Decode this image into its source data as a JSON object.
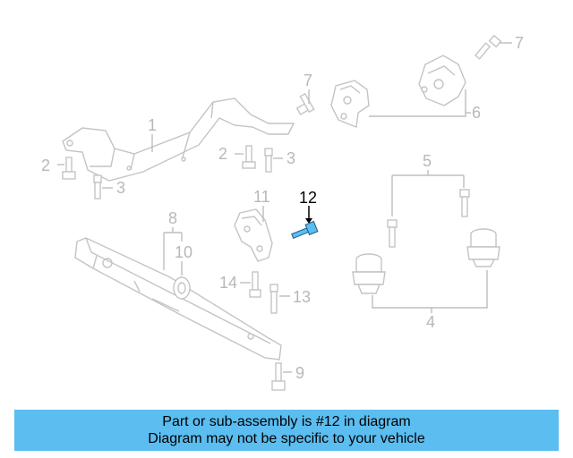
{
  "diagram": {
    "callouts": [
      "1",
      "2",
      "2",
      "3",
      "3",
      "4",
      "5",
      "6",
      "7",
      "7",
      "8",
      "9",
      "10",
      "11",
      "12",
      "13",
      "14"
    ],
    "highlighted_part": "12",
    "highlight_color": "#5bbdf0"
  },
  "caption": {
    "line1": "Part or sub-assembly is #12 in diagram",
    "line2": "Diagram may not be specific to your vehicle",
    "background": "#5bbdf0"
  }
}
